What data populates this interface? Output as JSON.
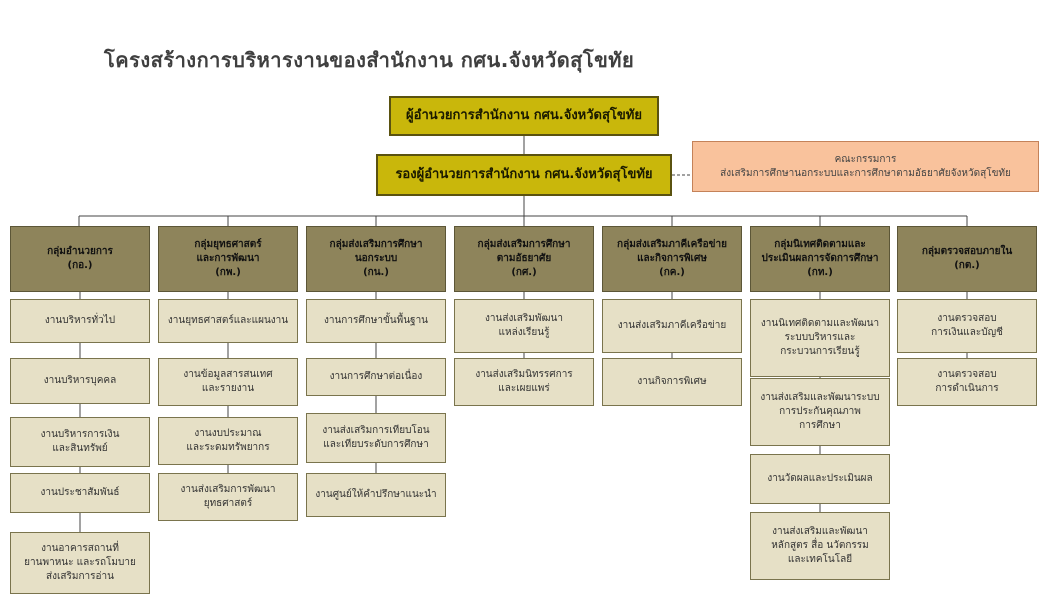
{
  "page_title": "โครงสร้างการบริหารงานของสำนักงาน กศน.จังหวัดสุโขทัย",
  "director": "ผู้อำนวยการสำนักงาน กศน.จังหวัดสุโขทัย",
  "deputy_director": "รองผู้อำนวยการสำนักงาน กศน.จังหวัดสุโขทัย",
  "committee": {
    "line1": "คณะกรรมการ",
    "line2": "ส่งเสริมการศึกษานอกระบบและการศึกษาตามอัธยาศัยจังหวัดสุโขทัย"
  },
  "groups": [
    {
      "name": "กลุ่มอำนวยการ\n(กอ.)",
      "tasks": [
        "งานบริหารทั่วไป",
        "งานบริหารบุคคล",
        "งานบริหารการเงิน\nและสินทรัพย์",
        "งานประชาสัมพันธ์",
        "งานอาคารสถานที่\nยานพาหนะ และรถโมบาย\nส่งเสริมการอ่าน"
      ]
    },
    {
      "name": "กลุ่มยุทธศาสตร์\nและการพัฒนา\n(กพ.)",
      "tasks": [
        "งานยุทธศาสตร์และแผนงาน",
        "งานข้อมูลสารสนเทศ\nและรายงาน",
        "งานงบประมาณ\nและระดมทรัพยากร",
        "งานส่งเสริมการพัฒนา\nยุทธศาสตร์"
      ]
    },
    {
      "name": "กลุ่มส่งเสริมการศึกษา\nนอกระบบ\n(กน.)",
      "tasks": [
        "งานการศึกษาขั้นพื้นฐาน",
        "งานการศึกษาต่อเนื่อง",
        "งานส่งเสริมการเทียบโอน\nและเทียบระดับการศึกษา",
        "งานศูนย์ให้คำปรึกษาแนะนำ"
      ]
    },
    {
      "name": "กลุ่มส่งเสริมการศึกษา\nตามอัธยาศัย\n(กศ.)",
      "tasks": [
        "งานส่งเสริมพัฒนา\nแหล่งเรียนรู้",
        "งานส่งเสริมนิทรรศการ\nและเผยแพร่"
      ]
    },
    {
      "name": "กลุ่มส่งเสริมภาคีเครือข่าย\nและกิจการพิเศษ\n(กค.)",
      "tasks": [
        "งานส่งเสริมภาคีเครือข่าย",
        "งานกิจการพิเศษ"
      ]
    },
    {
      "name": "กลุ่มนิเทศติดตามและ\nประเมินผลการจัดการศึกษา\n(กท.)",
      "tasks": [
        "งานนิเทศติดตามและพัฒนา\nระบบบริหารและ\nกระบวนการเรียนรู้",
        "งานส่งเสริมและพัฒนาระบบ\nการประกันคุณภาพ\nการศึกษา",
        "งานวัดผลและประเมินผล",
        "งานส่งเสริมและพัฒนา\nหลักสูตร สื่อ นวัตกรรม\nและเทคโนโลยี"
      ]
    },
    {
      "name": "กลุ่มตรวจสอบภายใน\n(กต.)",
      "tasks": [
        "งานตรวจสอบ\nการเงินและบัญชี",
        "งานตรวจสอบ\nการดำเนินการ"
      ]
    }
  ]
}
